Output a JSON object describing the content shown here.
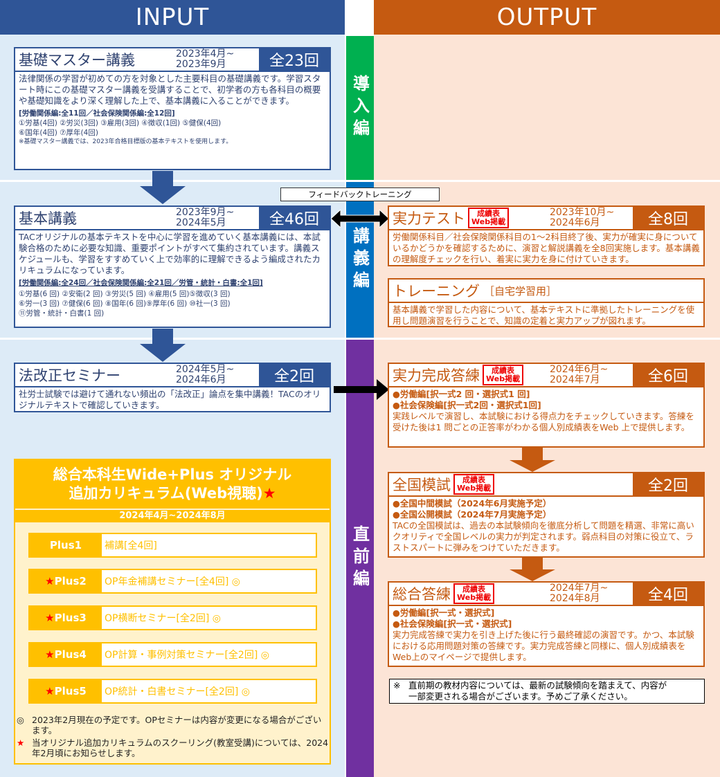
{
  "headers": {
    "input": "INPUT",
    "output": "OUTPUT"
  },
  "phases": {
    "intro": "導入編",
    "lecture": "講義編",
    "final": "直前編"
  },
  "colors": {
    "input": "#2F5597",
    "output": "#C55A11",
    "intro": "#00B050",
    "lecture": "#0070C0",
    "final": "#7030A0",
    "plus": "#FFC000"
  },
  "feedback_label": "フィードバックトレーニング",
  "kiso": {
    "title": "基礎マスター講義",
    "date1": "2023年4月~",
    "date2": "2023年9月",
    "count": "全23回",
    "desc": "法律関係の学習が初めての方を対象とした主要科目の基礎講義です。学習スタート時にこの基礎マスター講義を受講することで、初学者の方も各科目の概要や基礎知識をより深く理解した上で、基本講義に入ることができます。",
    "breakdown": "[労働関係編:全11回／社会保険関係編:全12回]",
    "subjects1": "①労基(4回) ②労災(3回) ③雇用(3回) ④徴収(1回) ⑤健保(4回)",
    "subjects2": "⑥国年(4回) ⑦厚年(4回)",
    "note": "※基礎マスター講義では、2023年合格目標版の基本テキストを使用します。"
  },
  "kihon": {
    "title": "基本講義",
    "date1": "2023年9月~",
    "date2": "2024年5月",
    "count": "全46回",
    "desc": "TACオリジナルの基本テキストを中心に学習を進めていく基本講義には、本試験合格のために必要な知識、重要ポイントがすべて集約されています。講義スケジュールも、学習をすすめていく上で効率的に理解できるよう編成されたカリキュラムになっています。",
    "breakdown": "[労働関係編:全24回／社会保険関係編:全21回／労管・統計・白書:全1回]",
    "subjects1": "①労基(6 回) ②安衛(2 回) ③労災(5 回) ④雇用(5 回)⑤徴収(3 回)",
    "subjects2": "⑥労一(3 回) ⑦健保(6 回) ⑧国年(6 回)⑨厚年(6 回) ⑩社一(3 回)",
    "subjects3": "⑪労管・統計・白書(1 回)"
  },
  "hokaisei": {
    "title": "法改正セミナー",
    "date1": "2024年5月~",
    "date2": "2024年6月",
    "count": "全2回",
    "desc": "社労士試験では避けて通れない頻出の「法改正」論点を集中講義！TACのオリジナルテキストで確認していきます。"
  },
  "badge": {
    "line1": "成績表",
    "line2": "Web掲載"
  },
  "jitsuryoku": {
    "title": "実力テスト",
    "date1": "2023年10月~",
    "date2": "2024年6月",
    "count": "全8回",
    "desc": "労働関係科目／社会保険関係科目の1～2科目終了後、実力が確実に身についているかどうかを確認するために、演習と解説講義を全8回実施します。基本講義の理解度チェックを行い、着実に実力を身に付けていきます。"
  },
  "training": {
    "title": "トレーニング",
    "tag": "［自宅学習用］",
    "desc": "基本講義で学習した内容について、基本テキストに準拠したトレーニングを使用し問題演習を行うことで、知識の定着と実力アップが図れます。"
  },
  "kansei": {
    "title": "実力完成答練",
    "date1": "2024年6月~",
    "date2": "2024年7月",
    "count": "全6回",
    "item1": "●労働編[択一式2 回・選択式1 回]",
    "item2": "●社会保険編[択一式2回・選択式1回]",
    "desc": "実践レベルで演習し、本試験における得点力をチェックしていきます。答練を受けた後は1 問ごとの正答率がわかる個人別成績表をWeb 上で提供します。"
  },
  "moshi": {
    "title": "全国模試",
    "count": "全2回",
    "item1": "●全国中間模試（2024年6月実施予定）",
    "item2": "●全国公開模試（2024年7月実施予定）",
    "desc": "TACの全国模試は、過去の本試験傾向を徹底分析して問題を精選、非常に高いクオリティで全国レベルの実力が判定されます。弱点科目の対策に役立て、ラストスパートに弾みをつけていただきます。"
  },
  "sogo": {
    "title": "総合答練",
    "date1": "2024年7月~",
    "date2": "2024年8月",
    "count": "全4回",
    "item1": "●労働編[択一式・選択式]",
    "item2": "●社会保険編[択一式・選択式]",
    "desc": "実力完成答練で実力を引き上げた後に行う最終確認の演習です。かつ、本試験における応用問題対策の答練です。実力完成答練と同様に、個人別成績表をWeb上のマイページで提供します。"
  },
  "final_note": {
    "mark": "※",
    "line1": "直前期の教材内容については、最新の試験傾向を踏まえて、内容が",
    "line2": "一部変更される場合がございます。予めご了承ください。"
  },
  "plus": {
    "title1": "総合本科生Wide+Plus オリジナル",
    "title2": "追加カリキュラム(Web視聴)",
    "title_star": "★",
    "period": "2024年4月~2024年8月",
    "items": [
      {
        "star": "",
        "label": "Plus1",
        "text": "補講[全4回]"
      },
      {
        "star": "★",
        "label": "Plus2",
        "text": "OP年金補講セミナー[全4回] ◎"
      },
      {
        "star": "★",
        "label": "Plus3",
        "text": "OP横断セミナー[全2回] ◎"
      },
      {
        "star": "★",
        "label": "Plus4",
        "text": "OP計算・事例対策セミナー[全2回] ◎"
      },
      {
        "star": "★",
        "label": "Plus5",
        "text": "OP統計・白書セミナー[全2回] ◎"
      }
    ],
    "note1_mark": "◎",
    "note1": "2023年2月現在の予定です。OPセミナーは内容が変更になる場合がございます。",
    "note2_mark": "★",
    "note2": "当オリジナル追加カリキュラムのスクーリング(教室受講)については、2024年2月頃にお知らせします。"
  }
}
